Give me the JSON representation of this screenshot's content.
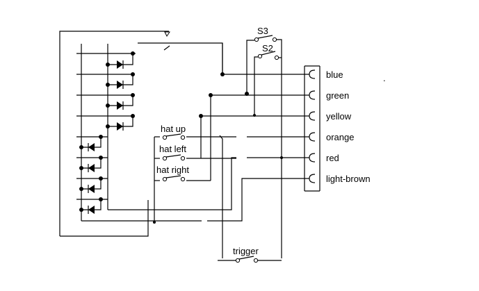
{
  "switches": {
    "s3": "S3",
    "s2": "S2",
    "hat_up": "hat up",
    "hat_left": "hat left",
    "hat_right": "hat right",
    "trigger": "trigger"
  },
  "wires": [
    "blue",
    "green",
    "yellow",
    "orange",
    "red",
    "light-brown"
  ],
  "mark": "."
}
